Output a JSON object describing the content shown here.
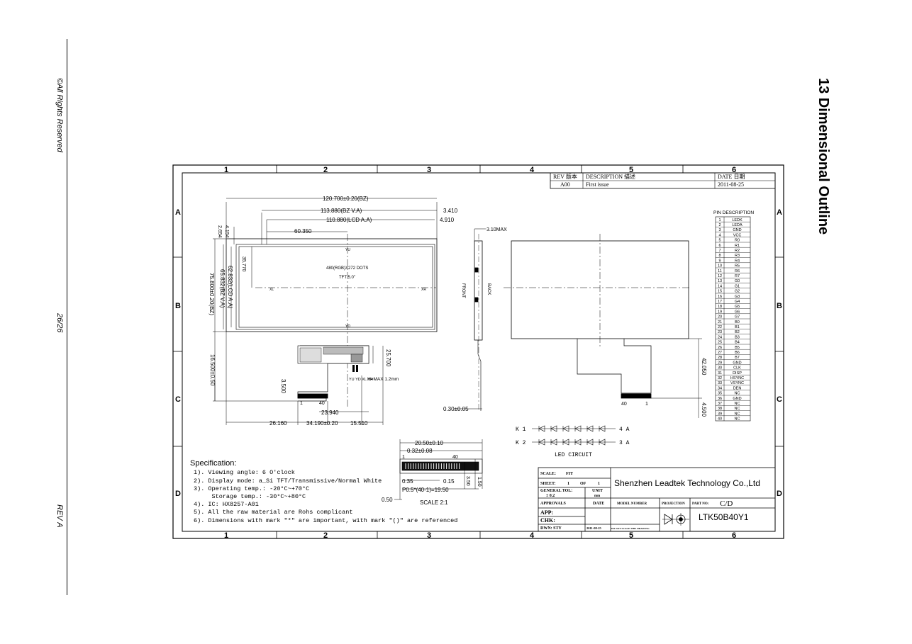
{
  "page": {
    "copyright": "©All Rights Reserved",
    "page_number": "26/26",
    "revision": "REV A",
    "section_title": "13 Dimensional Outline"
  },
  "grid": {
    "columns": [
      "1",
      "2",
      "3",
      "4",
      "5",
      "6"
    ],
    "rows": [
      "A",
      "B",
      "C",
      "D"
    ]
  },
  "revision_table": {
    "headers": [
      "REV 版本",
      "DESCRIPTION 描述",
      "DATE 日期"
    ],
    "row": [
      "A00",
      "First issue",
      "2011-08-25"
    ]
  },
  "front_view": {
    "dims": {
      "bz_width": "120.700±0.20(BZ)",
      "bz_va": "113.880(BZ V.A)",
      "lcd_aa": "110.880(LCD A.A)",
      "d3410": "3.410",
      "d4910": "4.910",
      "d60350": "60.350",
      "d2654": "2.654",
      "d4154": "4.154",
      "d35770": "35.770",
      "height_bz": "75.800±0.20(BZ)",
      "height_bzva": "65.832(BZ V.A)",
      "height_lcd": "62.832(LCD A.A)",
      "d25700": "25.700",
      "d16500": "16.500±0.50",
      "d3500": "3.500",
      "d23940": "23.940",
      "d26160": "26.160",
      "d34190": "34.190±0.20",
      "d15510": "15.510",
      "hmax": "H=MAX 1.2mm"
    },
    "labels": {
      "resolution": "480(RGB)X272 DOTS",
      "tft": "TFT 5.0\"",
      "yu": "YU",
      "yd": "YD",
      "xl": "XL",
      "xr": "XR",
      "pin1": "1",
      "pin40": "40",
      "fpc_note": "YU YD\nXL XR"
    }
  },
  "side_view": {
    "max": "3.10MAX",
    "d030": "0.30±0.05",
    "front": "FRONT",
    "back": "BACK"
  },
  "back_view": {
    "d42050": "42.050",
    "d4500": "4.500",
    "pin40": "40",
    "pin1": "1"
  },
  "pin_description": {
    "title": "PIN DESCRIPTION",
    "pins": [
      [
        "1",
        "LEDK"
      ],
      [
        "2",
        "LEDA"
      ],
      [
        "3",
        "GND"
      ],
      [
        "4",
        "VCC"
      ],
      [
        "5",
        "R0"
      ],
      [
        "6",
        "R1"
      ],
      [
        "7",
        "R2"
      ],
      [
        "8",
        "R3"
      ],
      [
        "9",
        "R4"
      ],
      [
        "10",
        "R5"
      ],
      [
        "11",
        "R6"
      ],
      [
        "12",
        "R7"
      ],
      [
        "13",
        "G0"
      ],
      [
        "14",
        "G1"
      ],
      [
        "15",
        "G2"
      ],
      [
        "16",
        "G3"
      ],
      [
        "17",
        "G4"
      ],
      [
        "18",
        "G5"
      ],
      [
        "19",
        "G6"
      ],
      [
        "20",
        "G7"
      ],
      [
        "21",
        "B0"
      ],
      [
        "22",
        "B1"
      ],
      [
        "23",
        "B2"
      ],
      [
        "24",
        "B3"
      ],
      [
        "25",
        "B4"
      ],
      [
        "26",
        "B5"
      ],
      [
        "27",
        "B6"
      ],
      [
        "28",
        "B7"
      ],
      [
        "29",
        "GND"
      ],
      [
        "30",
        "CLK"
      ],
      [
        "31",
        "DISP"
      ],
      [
        "32",
        "HSYNC"
      ],
      [
        "33",
        "VSYNC"
      ],
      [
        "34",
        "DEN"
      ],
      [
        "35",
        "NC"
      ],
      [
        "36",
        "GND"
      ],
      [
        "37",
        "NC"
      ],
      [
        "38",
        "NC"
      ],
      [
        "39",
        "NC"
      ],
      [
        "40",
        "NC"
      ]
    ]
  },
  "led_circuit": {
    "k1": "K 1",
    "k2": "K 2",
    "a4": "4 A",
    "a3": "3 A",
    "title": "LED CIRCUIT"
  },
  "fpc_detail": {
    "d2050": "20.50±0.10",
    "d032": "0.32±0.08",
    "pin40": "40",
    "pin1": "1",
    "d035": "0.35",
    "d015": "0.15",
    "pitch": "P0.5*(40-1)=19.50",
    "d050": "0.50",
    "d150": "1.50",
    "d350": "3.50",
    "scale": "SCALE 2:1"
  },
  "specification": {
    "title": "Specification:",
    "items": [
      "1). Viewing angle: 6 O'clock",
      "2). Display mode: a_Si TFT/Transmissive/Normal White",
      "3). Operating temp.: -20°C~+70°C",
      "     Storage temp.: -30°C~+80°C",
      "4). IC: HX8257-A01",
      "5). All the raw material are Rohs complicant",
      "6). Dimensions with mark \"*\" are important, with mark \"()\" are referenced"
    ]
  },
  "title_block": {
    "scale_label": "SCALE:",
    "scale_value": "FIT",
    "sheet_label": "SHEET:",
    "sheet_value": "1",
    "of_label": "OF",
    "of_value": "1",
    "general_tol": "GENERAL TOL:",
    "tol_value": "± 0.2",
    "unit_label": "UNIT",
    "unit_value": "mm",
    "company": "Shenzhen Leadtek Technology Co.,Ltd",
    "approvals": "APPROVALS",
    "date": "DATE",
    "model_number": "MODEL NUMBER",
    "projection": "PROJECTION",
    "part_no": "PART NO:",
    "part_value": "C/D",
    "app": "APP:",
    "chk": "CHK:",
    "dwn": "DWN: STY",
    "dwn_date": "2011-08-25",
    "note": "DO NOT SCALE THIS DRAWING",
    "model": "LTK50B40Y1"
  }
}
